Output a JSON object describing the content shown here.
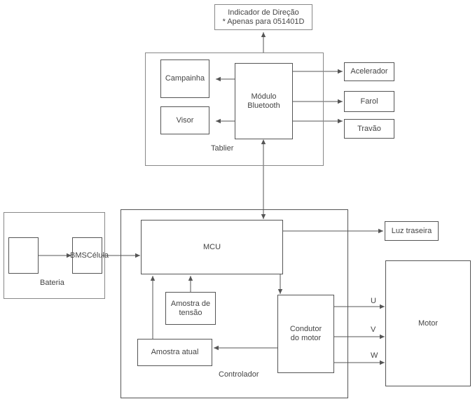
{
  "blocks": {
    "direction_indicator_line1": "Indicador de Direção",
    "direction_indicator_line2": "* Apenas para 051401D",
    "campainha": "Campainha",
    "visor": "Visor",
    "bluetooth_line1": "Módulo",
    "bluetooth_line2": "Bluetooth",
    "tablier": "Tablier",
    "acelerador": "Acelerador",
    "farol": "Farol",
    "travao": "Travão",
    "bateria": "Bateria",
    "bms": "BMSCélula",
    "mcu": "MCU",
    "luz_traseira": "Luz traseira",
    "tensao_line1": "Amostra de",
    "tensao_line2": "tensão",
    "condutor_line1": "Condutor",
    "condutor_line2": "do motor",
    "amostra_atual": "Amostra atual",
    "controlador": "Controlador",
    "motor": "Motor",
    "phase_u": "U",
    "phase_v": "V",
    "phase_w": "W"
  }
}
